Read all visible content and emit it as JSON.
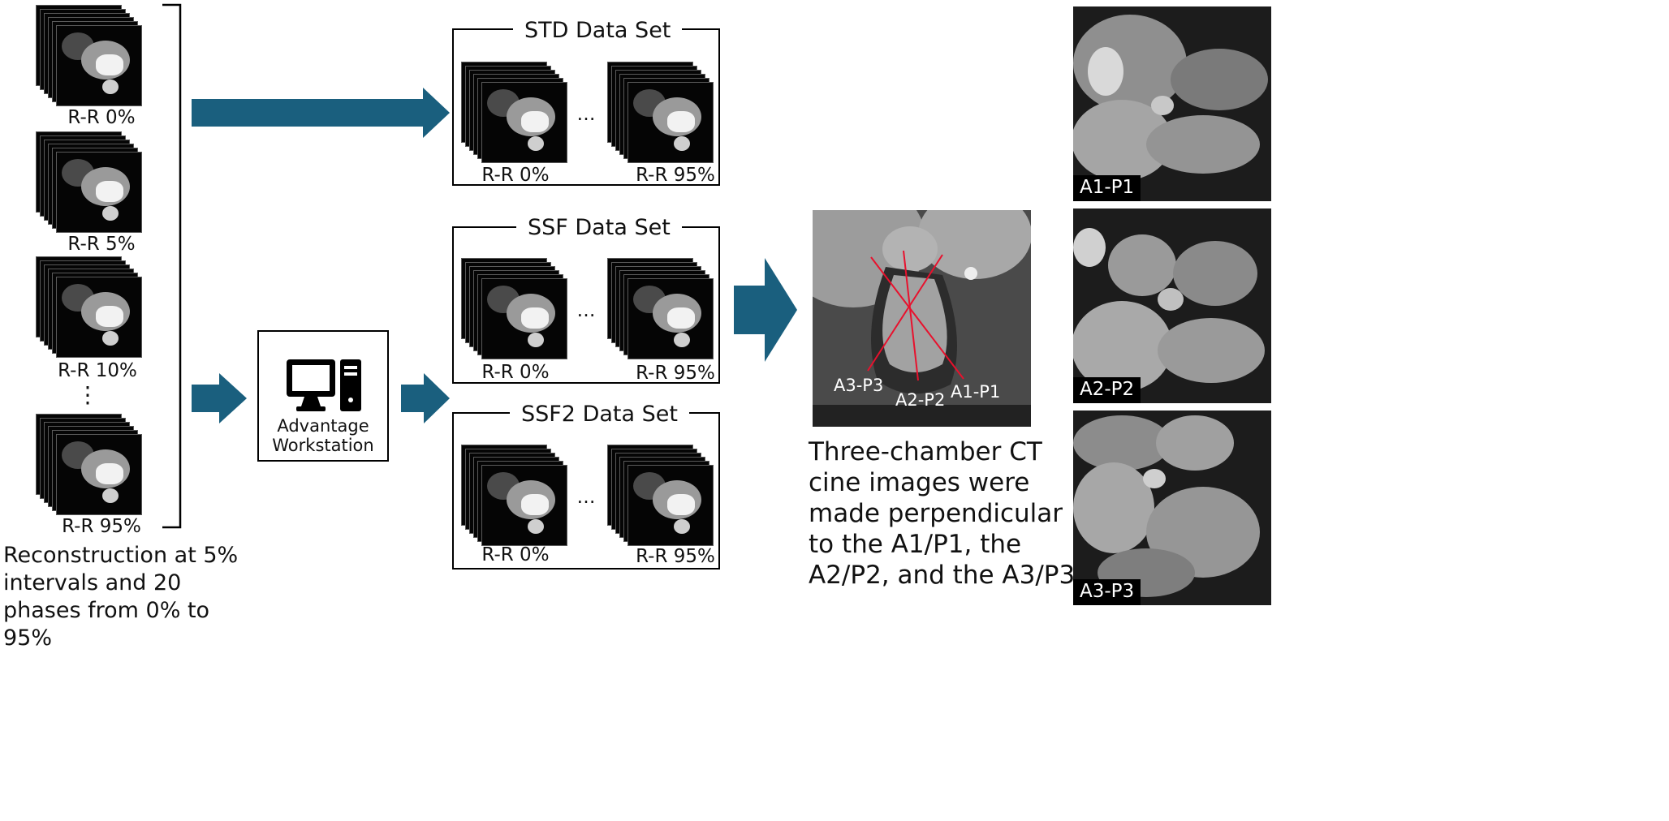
{
  "left_column": {
    "phase_labels": [
      "R-R 0%",
      "R-R 5%",
      "R-R 10%",
      "R-R 95%"
    ],
    "ellipsis": "⋮",
    "caption_lines": [
      "Reconstruction at 5%",
      "intervals and 20",
      "phases from 0% to",
      "95%"
    ]
  },
  "workstation": {
    "icon": "computer-workstation-icon",
    "label_lines": [
      "Advantage",
      "Workstation"
    ]
  },
  "datasets": [
    {
      "title": "STD Data Set",
      "left_label": "R-R 0%",
      "right_label": "R-R 95%",
      "ellipsis": "…"
    },
    {
      "title": "SSF Data Set",
      "left_label": "R-R 0%",
      "right_label": "R-R 95%",
      "ellipsis": "…"
    },
    {
      "title": "SSF2 Data Set",
      "left_label": "R-R 0%",
      "right_label": "R-R 95%",
      "ellipsis": "…"
    }
  ],
  "planning_image": {
    "line_labels": [
      "A3-P3",
      "A2-P2",
      "A1-P1"
    ],
    "line_color": "#e8112d"
  },
  "description_lines": [
    "Three-chamber CT",
    "cine images were",
    "made perpendicular",
    "to the A1/P1, the",
    "A2/P2, and the A3/P3."
  ],
  "result_images": [
    {
      "label": "A1-P1"
    },
    {
      "label": "A2-P2"
    },
    {
      "label": "A3-P3"
    }
  ],
  "colors": {
    "arrow": "#1a5f7e",
    "box_border": "#000000",
    "text": "#111111"
  }
}
